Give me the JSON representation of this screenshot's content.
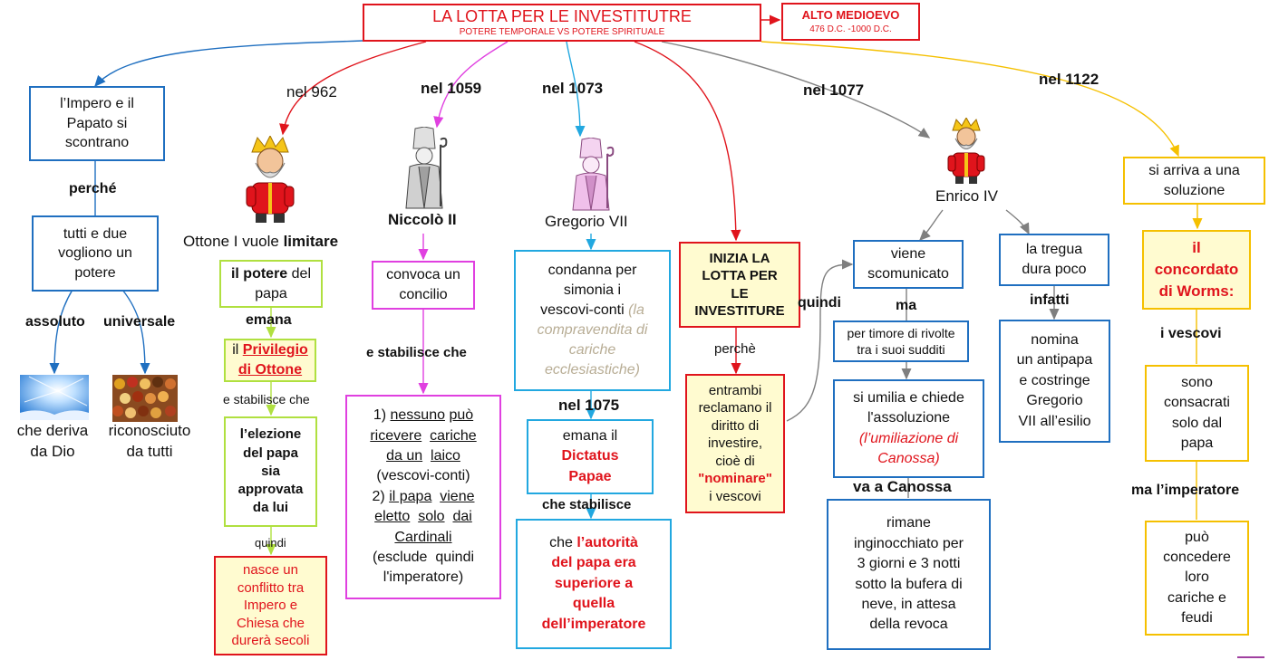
{
  "title": {
    "main": "LA LOTTA PER LE INVESTITUTRE",
    "sub": "POTERE TEMPORALE VS POTERE SPIRITUALE"
  },
  "era": {
    "name": "ALTO MEDIOEVO",
    "dates": "476 D.C. -1000 D.C."
  },
  "col1": {
    "box1": [
      "l’Impero e il",
      "Papato si",
      "scontrano"
    ],
    "perche": "perché",
    "box2": [
      "tutti e due",
      "vogliono un",
      "potere"
    ],
    "assoluto": "assoluto",
    "universale": "universale",
    "caption_left": [
      "che deriva",
      "da Dio"
    ],
    "caption_right": [
      "riconosciuto",
      "da tutti"
    ]
  },
  "col2": {
    "date": "nel 962",
    "name_a": "Ottone I vuole",
    "name_b": "limitare",
    "box1_a": "il potere",
    "box1_b": "del",
    "box1_c": "papa",
    "emana": "emana",
    "priv_a": "il",
    "priv_b": "Privilegio",
    "priv_c": "di Ottone",
    "stabilisce": "e stabilisce che",
    "box3": [
      "l’elezione",
      "del papa",
      "sia",
      "approvata",
      "da lui"
    ],
    "quindi": "quindi",
    "box4": [
      "nasce un",
      "conflitto tra",
      "Impero e",
      "Chiesa che",
      "durerà secoli"
    ]
  },
  "col3": {
    "date": "nel  1059",
    "name": "Niccolò  II",
    "box1": [
      "convoca  un",
      "concilio"
    ],
    "stabilisce": "e  stabilisce  che",
    "box2": [
      {
        "parts": [
          [
            "1) ",
            ""
          ],
          [
            "nessuno",
            "u"
          ],
          [
            " ",
            ""
          ],
          [
            "può",
            "u"
          ]
        ]
      },
      {
        "parts": [
          [
            "ricevere",
            "u"
          ],
          [
            "  ",
            ""
          ],
          [
            "cariche",
            "u"
          ]
        ]
      },
      {
        "parts": [
          [
            "da un",
            "u"
          ],
          [
            "  ",
            ""
          ],
          [
            "laico",
            "u"
          ]
        ]
      },
      {
        "parts": [
          [
            "(vescovi-conti)",
            ""
          ]
        ]
      },
      {
        "parts": [
          [
            "2) ",
            ""
          ],
          [
            "il papa",
            "u"
          ],
          [
            "  ",
            ""
          ],
          [
            "viene",
            "u"
          ]
        ]
      },
      {
        "parts": [
          [
            "eletto",
            "u"
          ],
          [
            "  ",
            ""
          ],
          [
            "solo",
            "u"
          ],
          [
            "  ",
            ""
          ],
          [
            "dai",
            "u"
          ]
        ]
      },
      {
        "parts": [
          [
            "Cardinali",
            "u"
          ]
        ]
      },
      {
        "parts": [
          [
            "(esclude  quindi",
            ""
          ]
        ]
      },
      {
        "parts": [
          [
            "l'imperatore)",
            ""
          ]
        ]
      }
    ]
  },
  "col4": {
    "date": "nel  1073",
    "name": "Gregorio  VII",
    "box1": [
      "condanna  per",
      "simonia  i",
      "vescovi-conti"
    ],
    "box1_it": [
      "(la",
      "compravendita  di",
      "cariche",
      "ecclesiastiche)"
    ],
    "date2": "nel  1075",
    "box2_a": "emana  il",
    "box2_b": [
      "Dictatus",
      "Papae"
    ],
    "stabilisce": "che  stabilisce",
    "box3_a": "che",
    "box3_b": "l’autorità",
    "box3_c": [
      "del  papa  era",
      "superiore  a",
      "quella",
      "dell’imperatore"
    ]
  },
  "col5": {
    "box1": [
      "INIZIA  LA",
      "LOTTA  PER",
      "LE",
      "INVESTITURE"
    ],
    "perche": "perchè",
    "box2_a": [
      "entrambi",
      "reclamano  il",
      "diritto  di",
      "investire,",
      "cioè  di"
    ],
    "box2_b": "\"nominare\"",
    "box2_c": "i  vescovi"
  },
  "col6": {
    "date": "nel  1077",
    "name": "Enrico  IV",
    "quindi": "quindi",
    "box1": [
      "viene",
      "scomunicato"
    ],
    "ma": "ma",
    "box2": [
      "per timore di rivolte",
      "tra i suoi sudditi"
    ],
    "box3": [
      "si  umilia  e  chiede",
      "l'assoluzione"
    ],
    "box3_it": [
      "(l’umiliazione  di",
      "Canossa)"
    ],
    "canossa": "va  a  Canossa",
    "box4": [
      "rimane",
      "inginocchiato  per",
      "3  giorni  e  3  notti",
      "sotto  la  bufera  di",
      "neve,  in  attesa",
      "della  revoca"
    ],
    "box5": [
      "la  tregua",
      "dura  poco"
    ],
    "infatti": "infatti",
    "box6": [
      "nomina",
      "un  antipapa",
      "e  costringe",
      "Gregorio",
      "VII  all’esilio"
    ]
  },
  "col7": {
    "date": "nel  1122",
    "box1": [
      "si  arriva  a  una",
      "soluzione"
    ],
    "box2": [
      "il",
      "concordato",
      "di  Worms:"
    ],
    "vescovi": "i  vescovi",
    "box3": [
      "sono",
      "consacrati",
      "solo  dal",
      "papa"
    ],
    "ma": "ma  l’imperatore",
    "box4": [
      "può",
      "concedere",
      "loro",
      "cariche  e",
      "feudi"
    ]
  },
  "colors": {
    "blue": "#1f6fc0",
    "red": "#e0141c",
    "magenta": "#e040e0",
    "cyan": "#22a8e0",
    "lime": "#b0e040",
    "gold": "#f5c000",
    "gray": "#7f7f7f",
    "cream": "#fffbd0"
  }
}
